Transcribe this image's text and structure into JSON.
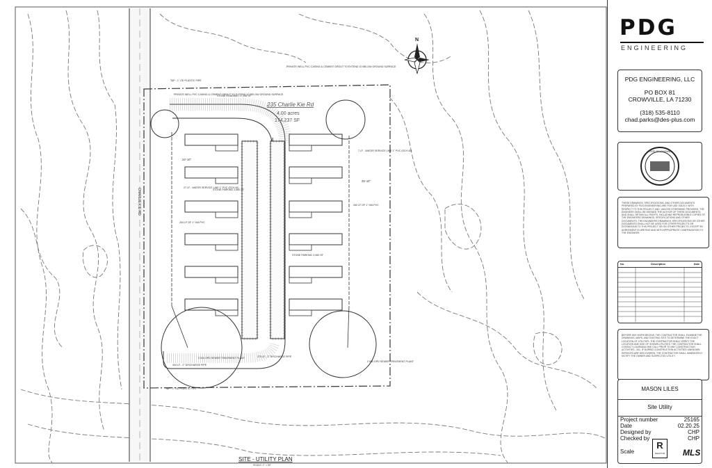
{
  "drawing": {
    "title": "SITE - UTILITY PLAN",
    "scale": "SCALE: 1\" = 50'",
    "address": "235 Charlie Kie Rd",
    "area_acres": "4.00 acres",
    "area_sf": "174,237 SF",
    "road_name": "CHARLIE KIE RD",
    "labels": {
      "tap_top": "TAP - 1\" OD PLASTIC PIPE",
      "private_well_left": "PRIVATE WELL PVC CASING & CEMENT GROUT TO EXTEND 10 BELOW GROUND SURFACE",
      "private_well_right": "PRIVATE WELL PVC CASING & CEMENT GROUT TO EXTEND 10 BELOW GROUND SURFACE",
      "stone_roadway": "STONE ROADWAY 17,398 SF",
      "water_service_left": "27 LF - WATER SERVICE LINE 1\" PVC (SCH 40)",
      "water_service_right": "7 LF - WATER SERVICE LINE 1\" PVC (SCH 40)",
      "stone_parking_left": "STONE PARKING 3,960 SF",
      "stone_parking_right": "STONE PARKING 3,960 SF",
      "lf_dia_left": "204 LF OF 1\" DIA PVC",
      "lf_dia_right": "260 LF OF 1\" DIA PVC",
      "treatment_left": "2,000 GPD SEWER TREATMENT PLANT",
      "treatment_right": "2,000 GPD SEWER TREATMENT PLANT",
      "discharge_left": "404 LF - 2\" DISCHARGE PIPE",
      "discharge_mid": "275 LF - 2\" DISCHARGE PIPE",
      "tap_bottom": "TAP - 1\" OD PLASTIC PIPE",
      "dim_a": "24'-10\"",
      "dim_b": "25'-10\""
    }
  },
  "titleblock": {
    "logo": "PDG",
    "logo_sub": "ENGINEERING",
    "company": "PDG ENGINEERING, LLC",
    "po_box": "PO BOX 81",
    "city": "CROWVILLE, LA 71230",
    "phone": "(318) 535-8110",
    "email": "chad.parks@des-plus.com",
    "seal_text": "STATE OF LOUISIANA",
    "disclaimer": "THESE DRAWINGS, SPECIFICATIONS, AND OTHER DOCUMENTS PREPARED BY PDG ENGINEERING ARE FOR USE SOLELY WITH RESPECT TO THIS PROJECT AND, UNLESS OTHERWISE PROVIDED, THE ENGINEER SHALL BE DEEMED THE AUTHOR OF THESE DOCUMENTS AND SHALL RETAIN ALL RIGHTS, INCLUDING REPRODUCIBLE COPIES OF THE ENGINEERS DRAWINGS, SPECIFICATIONS AND OTHER DOCUMENTS. THE ENGINEERS DRAWINGS, SPECIFICATIONS OR OTHER DOCUMENTS SHALL NOT BE USED FOR OTHER PROJECTS OR EXTENSIONS TO THIS PROJECT OR ON OTHER PROJECTS, EXCEPT BY AGREEMENT IN WRITING AND WITH APPROPRIATE COMPENSATION TO THE ENGINEER.",
    "rev_headers": [
      "No.",
      "Description",
      "Date"
    ],
    "note": "BEFORE ANY WORK BEGINS, THE CONTRACTOR SHALL EXAMINE THE DRAWINGS, MAPS, AND EXISTING SITE TO DETERMINE THE EXACT LOCATION OF UTILITIES. THE CONTRACTOR SHALL VERIFY THE LOCATION AND SIZE OF SHOWN UTILITIES. THE CONTRACTOR SHALL CONTACT LOUISIANA ONE CALL PRIOR TO ANY CONSTRUCTION ACTIVITIES - 811. IF DURING CONSTRUCTION ACTIVITIES UNKNOWN SERVICES ARE DISCOVERED, THE CONTRACTOR SHALL IMMEDIATELY NOTIFY THE OWNER AND SUSPECTED UTILITY.",
    "client": "MASON LILES",
    "sheet_name": "Site Utility",
    "project_number_label": "Project number",
    "project_number": "25165",
    "date_label": "Date",
    "date": "02.20.25",
    "designed_by_label": "Designed by",
    "designed_by": "CHP",
    "checked_by_label": "Checked by",
    "checked_by": "CHP",
    "scale_label": "Scale",
    "realtor_mark": "R",
    "realtor_text": "REALTOR",
    "mls_text": "MLS"
  }
}
